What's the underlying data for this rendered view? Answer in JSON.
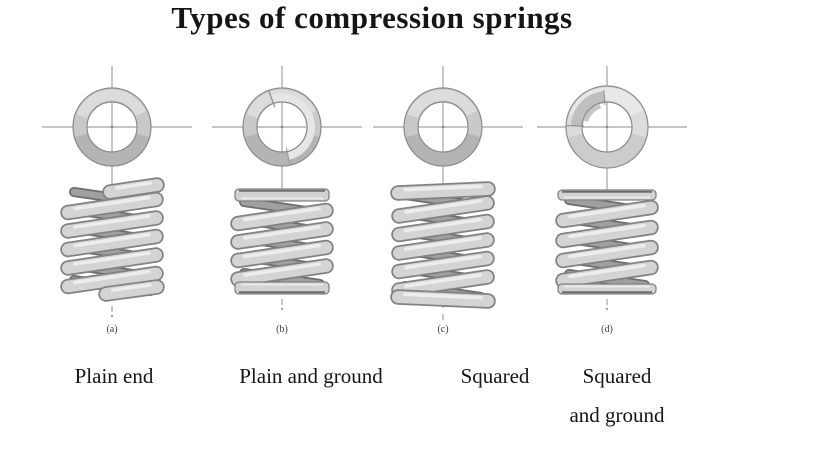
{
  "title": "Types of compression springs",
  "figures": [
    {
      "letter": "(a)",
      "caption_lines": [
        "Plain end"
      ],
      "end_type": "plain",
      "top_view": "plain-ring"
    },
    {
      "letter": "(b)",
      "caption_lines": [
        "Plain and ground"
      ],
      "end_type": "plain-and-ground",
      "top_view": "ring-with-ground-end"
    },
    {
      "letter": "(c)",
      "caption_lines": [
        "Squared"
      ],
      "end_type": "squared",
      "top_view": "plain-ring"
    },
    {
      "letter": "(d)",
      "caption_lines": [
        "Squared",
        "and ground"
      ],
      "end_type": "squared-and-ground",
      "top_view": "ring-with-spiral-end"
    }
  ],
  "palette": {
    "background": "#ffffff",
    "text": "#151515",
    "letter_color": "#3d3d3d",
    "crosshair": "#a3a3a3",
    "ring_body": "#c9c9c9",
    "ring_shade": "#b4b4b4",
    "ring_highlight": "#dcdcdc",
    "ring_outline": "#8b8b8b",
    "ring_light_body": "#dcdcdc",
    "ground_end_arc": "#e6e6e6",
    "spiral_end_arc": "#bfbfbf",
    "rod_outline": "#828282",
    "rod_body": "#d4d4d4",
    "rod_highlight": "#f0f0f0",
    "back_outline": "#6d6d6d",
    "back_body": "#a0a0a0",
    "slab_fill": "#d2d2d2",
    "slab_edge": "#6e6e6e"
  }
}
